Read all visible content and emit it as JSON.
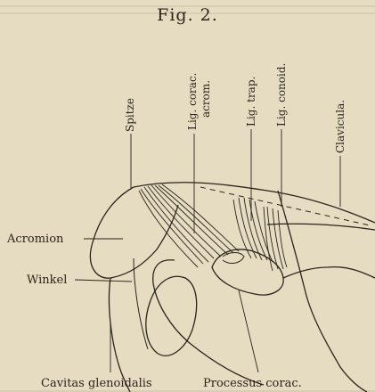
{
  "figure": {
    "title": "Fig. 2.",
    "labels": {
      "spitze": "Spitze",
      "lig_corac_acrom_1": "Lig. corac.",
      "lig_corac_acrom_2": "acrom.",
      "lig_trap": "Lig. trap.",
      "lig_conoid": "Lig. conoid.",
      "clavicula": "Clavicula.",
      "acromion": "Acromion",
      "winkel": "Winkel",
      "cavitas": "Cavitas glenoidalis",
      "processus": "Processus corac."
    }
  },
  "colors": {
    "paper": "#e6dcc2",
    "ink": "#2a241c"
  }
}
